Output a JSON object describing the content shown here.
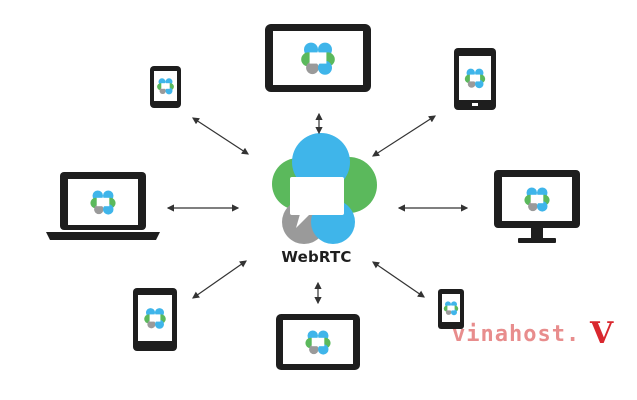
{
  "center": {
    "label": "WebRTC"
  },
  "watermark": {
    "text": "vinahost.",
    "mark": "V"
  },
  "colors": {
    "green": "#5bb95c",
    "blue": "#3fb5ea",
    "gray": "#9a9a9a",
    "device": "#1e1e1e",
    "arrow": "#333333"
  },
  "devices": [
    {
      "name": "tablet-top",
      "type": "tablet-landscape"
    },
    {
      "name": "phone-top-left",
      "type": "phone"
    },
    {
      "name": "phone-top-right",
      "type": "phone"
    },
    {
      "name": "laptop-left",
      "type": "laptop"
    },
    {
      "name": "monitor-right",
      "type": "monitor"
    },
    {
      "name": "phone-bottom-left",
      "type": "phone"
    },
    {
      "name": "tablet-bottom",
      "type": "tablet-landscape"
    },
    {
      "name": "phone-bottom-right",
      "type": "phone"
    }
  ]
}
